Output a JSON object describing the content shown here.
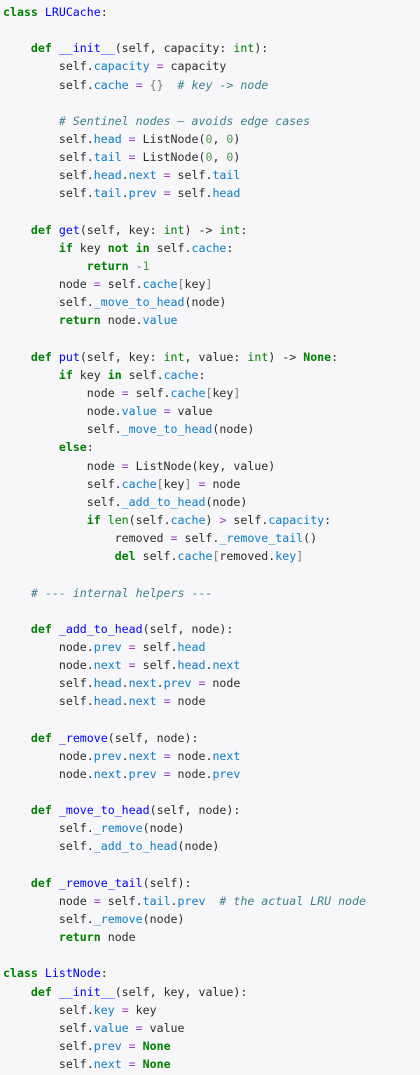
{
  "editor": {
    "language": "python",
    "colors": {
      "background": "#f7f7f9",
      "keyword": "#008000",
      "name": "#0000ff",
      "attribute": "#0d7bc6",
      "comment": "#3d7f8f",
      "operator": "#9b3ec4",
      "number": "#4a9b4a"
    },
    "lines": [
      [
        [
          "k",
          "class"
        ],
        [
          "t",
          " "
        ],
        [
          "nc",
          "LRUCache"
        ],
        [
          "t",
          ":"
        ]
      ],
      [],
      [
        [
          "t",
          "    "
        ],
        [
          "k",
          "def"
        ],
        [
          "t",
          " "
        ],
        [
          "fn",
          "__init__"
        ],
        [
          "t",
          "(self, capacity: "
        ],
        [
          "bi",
          "int"
        ],
        [
          "t",
          "):"
        ]
      ],
      [
        [
          "t",
          "        self."
        ],
        [
          "at",
          "capacity"
        ],
        [
          "t",
          " "
        ],
        [
          "op",
          "="
        ],
        [
          "t",
          " capacity"
        ]
      ],
      [
        [
          "t",
          "        self."
        ],
        [
          "at",
          "cache"
        ],
        [
          "t",
          " "
        ],
        [
          "op",
          "="
        ],
        [
          "t",
          " "
        ],
        [
          "pu",
          "{}"
        ],
        [
          "t",
          "  "
        ],
        [
          "cm",
          "# key -> node"
        ]
      ],
      [],
      [
        [
          "t",
          "        "
        ],
        [
          "cm",
          "# Sentinel nodes — avoids edge cases"
        ]
      ],
      [
        [
          "t",
          "        self."
        ],
        [
          "at",
          "head"
        ],
        [
          "t",
          " "
        ],
        [
          "op",
          "="
        ],
        [
          "t",
          " ListNode("
        ],
        [
          "nu",
          "0"
        ],
        [
          "t",
          ", "
        ],
        [
          "nu",
          "0"
        ],
        [
          "t",
          ")"
        ]
      ],
      [
        [
          "t",
          "        self."
        ],
        [
          "at",
          "tail"
        ],
        [
          "t",
          " "
        ],
        [
          "op",
          "="
        ],
        [
          "t",
          " ListNode("
        ],
        [
          "nu",
          "0"
        ],
        [
          "t",
          ", "
        ],
        [
          "nu",
          "0"
        ],
        [
          "t",
          ")"
        ]
      ],
      [
        [
          "t",
          "        self."
        ],
        [
          "at",
          "head"
        ],
        [
          "t",
          "."
        ],
        [
          "at",
          "next"
        ],
        [
          "t",
          " "
        ],
        [
          "op",
          "="
        ],
        [
          "t",
          " self."
        ],
        [
          "at",
          "tail"
        ]
      ],
      [
        [
          "t",
          "        self."
        ],
        [
          "at",
          "tail"
        ],
        [
          "t",
          "."
        ],
        [
          "at",
          "prev"
        ],
        [
          "t",
          " "
        ],
        [
          "op",
          "="
        ],
        [
          "t",
          " self."
        ],
        [
          "at",
          "head"
        ]
      ],
      [],
      [
        [
          "t",
          "    "
        ],
        [
          "k",
          "def"
        ],
        [
          "t",
          " "
        ],
        [
          "fn",
          "get"
        ],
        [
          "t",
          "(self, key: "
        ],
        [
          "bi",
          "int"
        ],
        [
          "t",
          ") -> "
        ],
        [
          "bi",
          "int"
        ],
        [
          "t",
          ":"
        ]
      ],
      [
        [
          "t",
          "        "
        ],
        [
          "k",
          "if"
        ],
        [
          "t",
          " key "
        ],
        [
          "k",
          "not in"
        ],
        [
          "t",
          " self."
        ],
        [
          "at",
          "cache"
        ],
        [
          "t",
          ":"
        ]
      ],
      [
        [
          "t",
          "            "
        ],
        [
          "k",
          "return"
        ],
        [
          "t",
          " "
        ],
        [
          "op",
          "-"
        ],
        [
          "nu",
          "1"
        ]
      ],
      [
        [
          "t",
          "        node "
        ],
        [
          "op",
          "="
        ],
        [
          "t",
          " self."
        ],
        [
          "at",
          "cache"
        ],
        [
          "pu",
          "["
        ],
        [
          "t",
          "key"
        ],
        [
          "pu",
          "]"
        ]
      ],
      [
        [
          "t",
          "        self."
        ],
        [
          "at",
          "_move_to_head"
        ],
        [
          "t",
          "(node)"
        ]
      ],
      [
        [
          "t",
          "        "
        ],
        [
          "k",
          "return"
        ],
        [
          "t",
          " node."
        ],
        [
          "at",
          "value"
        ]
      ],
      [],
      [
        [
          "t",
          "    "
        ],
        [
          "k",
          "def"
        ],
        [
          "t",
          " "
        ],
        [
          "fn",
          "put"
        ],
        [
          "t",
          "(self, key: "
        ],
        [
          "bi",
          "int"
        ],
        [
          "t",
          ", value: "
        ],
        [
          "bi",
          "int"
        ],
        [
          "t",
          ") -> "
        ],
        [
          "kc",
          "None"
        ],
        [
          "t",
          ":"
        ]
      ],
      [
        [
          "t",
          "        "
        ],
        [
          "k",
          "if"
        ],
        [
          "t",
          " key "
        ],
        [
          "k",
          "in"
        ],
        [
          "t",
          " self."
        ],
        [
          "at",
          "cache"
        ],
        [
          "t",
          ":"
        ]
      ],
      [
        [
          "t",
          "            node "
        ],
        [
          "op",
          "="
        ],
        [
          "t",
          " self."
        ],
        [
          "at",
          "cache"
        ],
        [
          "pu",
          "["
        ],
        [
          "t",
          "key"
        ],
        [
          "pu",
          "]"
        ]
      ],
      [
        [
          "t",
          "            node."
        ],
        [
          "at",
          "value"
        ],
        [
          "t",
          " "
        ],
        [
          "op",
          "="
        ],
        [
          "t",
          " value"
        ]
      ],
      [
        [
          "t",
          "            self."
        ],
        [
          "at",
          "_move_to_head"
        ],
        [
          "t",
          "(node)"
        ]
      ],
      [
        [
          "t",
          "        "
        ],
        [
          "k",
          "else"
        ],
        [
          "t",
          ":"
        ]
      ],
      [
        [
          "t",
          "            node "
        ],
        [
          "op",
          "="
        ],
        [
          "t",
          " ListNode(key, value)"
        ]
      ],
      [
        [
          "t",
          "            self."
        ],
        [
          "at",
          "cache"
        ],
        [
          "pu",
          "["
        ],
        [
          "t",
          "key"
        ],
        [
          "pu",
          "]"
        ],
        [
          "t",
          " "
        ],
        [
          "op",
          "="
        ],
        [
          "t",
          " node"
        ]
      ],
      [
        [
          "t",
          "            self."
        ],
        [
          "at",
          "_add_to_head"
        ],
        [
          "t",
          "(node)"
        ]
      ],
      [
        [
          "t",
          "            "
        ],
        [
          "k",
          "if"
        ],
        [
          "t",
          " "
        ],
        [
          "bi",
          "len"
        ],
        [
          "t",
          "(self."
        ],
        [
          "at",
          "cache"
        ],
        [
          "t",
          ") "
        ],
        [
          "op",
          ">"
        ],
        [
          "t",
          " self."
        ],
        [
          "at",
          "capacity"
        ],
        [
          "t",
          ":"
        ]
      ],
      [
        [
          "t",
          "                removed "
        ],
        [
          "op",
          "="
        ],
        [
          "t",
          " self."
        ],
        [
          "at",
          "_remove_tail"
        ],
        [
          "t",
          "()"
        ]
      ],
      [
        [
          "t",
          "                "
        ],
        [
          "k",
          "del"
        ],
        [
          "t",
          " self."
        ],
        [
          "at",
          "cache"
        ],
        [
          "pu",
          "["
        ],
        [
          "t",
          "removed."
        ],
        [
          "at",
          "key"
        ],
        [
          "pu",
          "]"
        ]
      ],
      [],
      [
        [
          "t",
          "    "
        ],
        [
          "cm",
          "# --- internal helpers ---"
        ]
      ],
      [],
      [
        [
          "t",
          "    "
        ],
        [
          "k",
          "def"
        ],
        [
          "t",
          " "
        ],
        [
          "fn",
          "_add_to_head"
        ],
        [
          "t",
          "(self, node):"
        ]
      ],
      [
        [
          "t",
          "        node."
        ],
        [
          "at",
          "prev"
        ],
        [
          "t",
          " "
        ],
        [
          "op",
          "="
        ],
        [
          "t",
          " self."
        ],
        [
          "at",
          "head"
        ]
      ],
      [
        [
          "t",
          "        node."
        ],
        [
          "at",
          "next"
        ],
        [
          "t",
          " "
        ],
        [
          "op",
          "="
        ],
        [
          "t",
          " self."
        ],
        [
          "at",
          "head"
        ],
        [
          "t",
          "."
        ],
        [
          "at",
          "next"
        ]
      ],
      [
        [
          "t",
          "        self."
        ],
        [
          "at",
          "head"
        ],
        [
          "t",
          "."
        ],
        [
          "at",
          "next"
        ],
        [
          "t",
          "."
        ],
        [
          "at",
          "prev"
        ],
        [
          "t",
          " "
        ],
        [
          "op",
          "="
        ],
        [
          "t",
          " node"
        ]
      ],
      [
        [
          "t",
          "        self."
        ],
        [
          "at",
          "head"
        ],
        [
          "t",
          "."
        ],
        [
          "at",
          "next"
        ],
        [
          "t",
          " "
        ],
        [
          "op",
          "="
        ],
        [
          "t",
          " node"
        ]
      ],
      [],
      [
        [
          "t",
          "    "
        ],
        [
          "k",
          "def"
        ],
        [
          "t",
          " "
        ],
        [
          "fn",
          "_remove"
        ],
        [
          "t",
          "(self, node):"
        ]
      ],
      [
        [
          "t",
          "        node."
        ],
        [
          "at",
          "prev"
        ],
        [
          "t",
          "."
        ],
        [
          "at",
          "next"
        ],
        [
          "t",
          " "
        ],
        [
          "op",
          "="
        ],
        [
          "t",
          " node."
        ],
        [
          "at",
          "next"
        ]
      ],
      [
        [
          "t",
          "        node."
        ],
        [
          "at",
          "next"
        ],
        [
          "t",
          "."
        ],
        [
          "at",
          "prev"
        ],
        [
          "t",
          " "
        ],
        [
          "op",
          "="
        ],
        [
          "t",
          " node."
        ],
        [
          "at",
          "prev"
        ]
      ],
      [],
      [
        [
          "t",
          "    "
        ],
        [
          "k",
          "def"
        ],
        [
          "t",
          " "
        ],
        [
          "fn",
          "_move_to_head"
        ],
        [
          "t",
          "(self, node):"
        ]
      ],
      [
        [
          "t",
          "        self."
        ],
        [
          "at",
          "_remove"
        ],
        [
          "t",
          "(node)"
        ]
      ],
      [
        [
          "t",
          "        self."
        ],
        [
          "at",
          "_add_to_head"
        ],
        [
          "t",
          "(node)"
        ]
      ],
      [],
      [
        [
          "t",
          "    "
        ],
        [
          "k",
          "def"
        ],
        [
          "t",
          " "
        ],
        [
          "fn",
          "_remove_tail"
        ],
        [
          "t",
          "(self):"
        ]
      ],
      [
        [
          "t",
          "        node "
        ],
        [
          "op",
          "="
        ],
        [
          "t",
          " self."
        ],
        [
          "at",
          "tail"
        ],
        [
          "t",
          "."
        ],
        [
          "at",
          "prev"
        ],
        [
          "t",
          "  "
        ],
        [
          "cm",
          "# the actual LRU node"
        ]
      ],
      [
        [
          "t",
          "        self."
        ],
        [
          "at",
          "_remove"
        ],
        [
          "t",
          "(node)"
        ]
      ],
      [
        [
          "t",
          "        "
        ],
        [
          "k",
          "return"
        ],
        [
          "t",
          " node"
        ]
      ],
      [],
      [
        [
          "k",
          "class"
        ],
        [
          "t",
          " "
        ],
        [
          "nc",
          "ListNode"
        ],
        [
          "t",
          ":"
        ]
      ],
      [
        [
          "t",
          "    "
        ],
        [
          "k",
          "def"
        ],
        [
          "t",
          " "
        ],
        [
          "fn",
          "__init__"
        ],
        [
          "t",
          "(self, key, value):"
        ]
      ],
      [
        [
          "t",
          "        self."
        ],
        [
          "at",
          "key"
        ],
        [
          "t",
          " "
        ],
        [
          "op",
          "="
        ],
        [
          "t",
          " key"
        ]
      ],
      [
        [
          "t",
          "        self."
        ],
        [
          "at",
          "value"
        ],
        [
          "t",
          " "
        ],
        [
          "op",
          "="
        ],
        [
          "t",
          " value"
        ]
      ],
      [
        [
          "t",
          "        self."
        ],
        [
          "at",
          "prev"
        ],
        [
          "t",
          " "
        ],
        [
          "op",
          "="
        ],
        [
          "t",
          " "
        ],
        [
          "kc",
          "None"
        ]
      ],
      [
        [
          "t",
          "        self."
        ],
        [
          "at",
          "next"
        ],
        [
          "t",
          " "
        ],
        [
          "op",
          "="
        ],
        [
          "t",
          " "
        ],
        [
          "kc",
          "None"
        ]
      ]
    ]
  }
}
